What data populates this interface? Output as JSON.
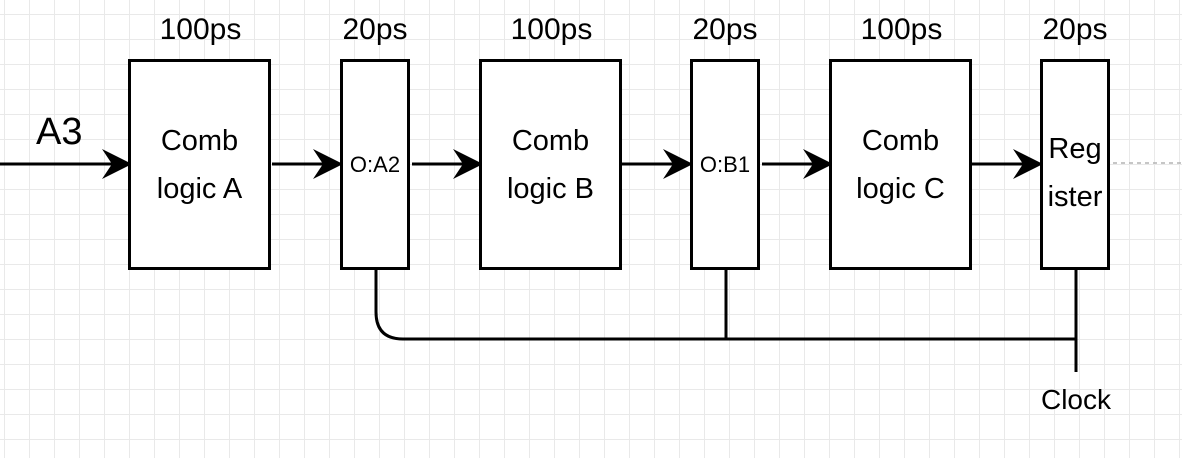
{
  "input_label": "A3",
  "clock_label": "Clock",
  "stages": [
    {
      "delay": "100ps",
      "label_line1": "Comb",
      "label_line2": "logic A"
    },
    {
      "delay": "20ps",
      "label": "O:A2"
    },
    {
      "delay": "100ps",
      "label_line1": "Comb",
      "label_line2": "logic B"
    },
    {
      "delay": "20ps",
      "label": "O:B1"
    },
    {
      "delay": "100ps",
      "label_line1": "Comb",
      "label_line2": "logic C"
    },
    {
      "delay": "20ps",
      "label_line1": "Reg",
      "label_line2": "ister"
    }
  ]
}
